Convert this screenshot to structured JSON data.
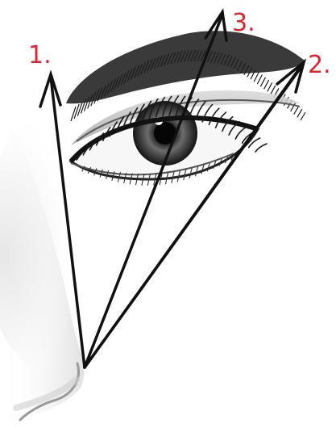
{
  "diagram": {
    "labels": [
      {
        "id": "point-1",
        "text": "1."
      },
      {
        "id": "point-2",
        "text": "2."
      },
      {
        "id": "point-3",
        "text": "3."
      }
    ],
    "colors": {
      "label": "#e0242c",
      "arrow": "#111111",
      "sketch": "#2a2a2a",
      "background": "#ffffff"
    },
    "icons": {
      "arrow_head": "arrowhead-icon"
    }
  }
}
